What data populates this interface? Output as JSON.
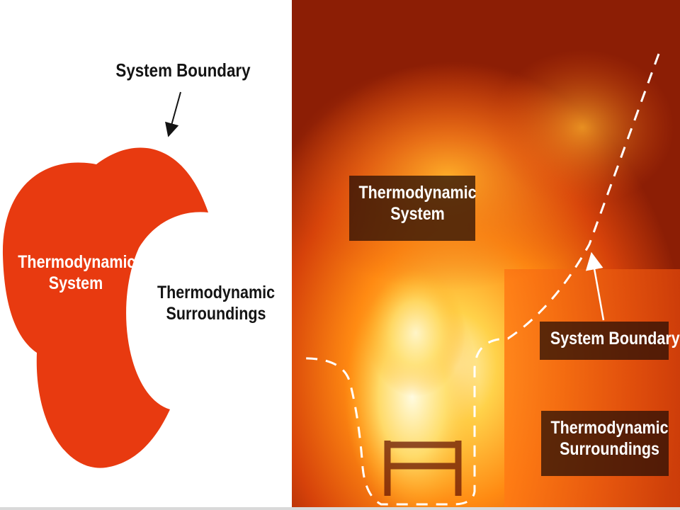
{
  "left_diagram": {
    "boundary_label": "System Boundary",
    "system_label": [
      "Thermodynamic",
      "System"
    ],
    "surroundings_label": [
      "Thermodynamic",
      "Surroundings"
    ]
  },
  "fire_photo": {
    "system_label": [
      "Thermodynamic",
      "System"
    ],
    "boundary_label": "System Boundary",
    "surroundings_label": [
      "Thermodynamic",
      "Surroundings"
    ]
  },
  "colors": {
    "system_blob": "#e83a10",
    "fire_core": "#fff2b0",
    "fire_outer": "#8c1e05"
  }
}
